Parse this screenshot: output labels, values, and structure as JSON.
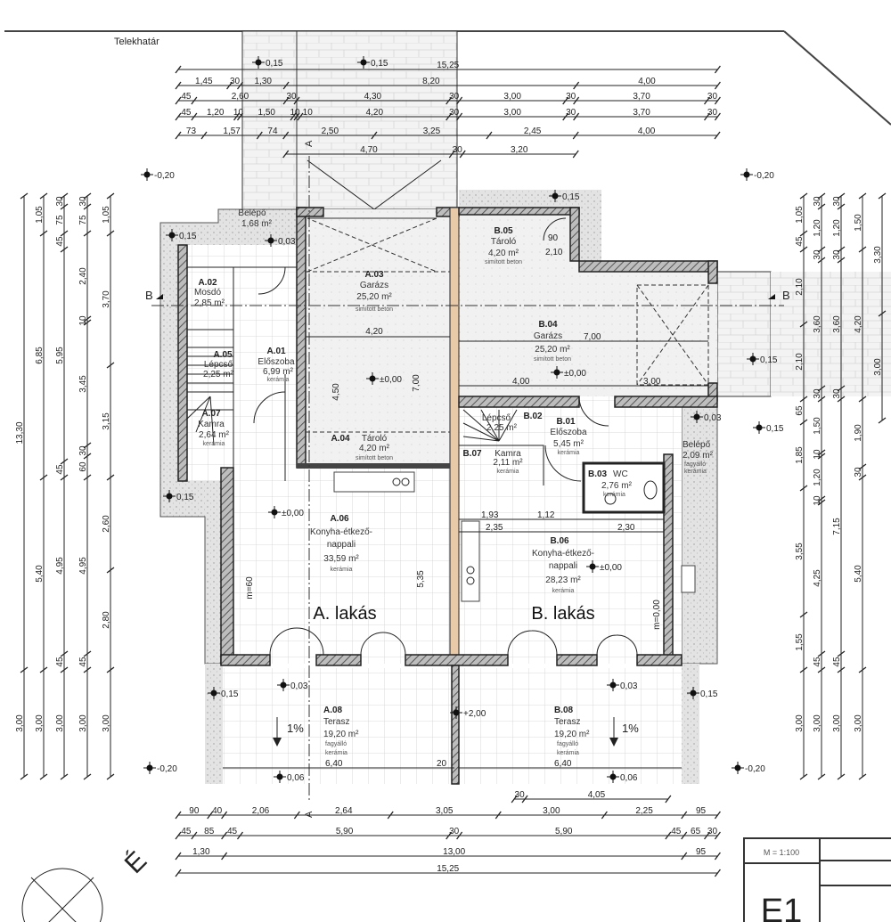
{
  "title_block": {
    "scale": "M = 1:100",
    "sheet": "E1"
  },
  "site": {
    "boundary_label": "Telekhatár",
    "north_label": "É",
    "section_label": "B",
    "section_label_a": "A"
  },
  "units": {
    "a": "A. lakás",
    "b": "B. lakás"
  },
  "rooms": {
    "a01": {
      "id": "A.01",
      "name": "Előszoba",
      "area": "6,99 m²",
      "floor": "kerámia"
    },
    "a02": {
      "id": "A.02",
      "name": "Mosdó",
      "area": "2,85 m²",
      "floor": "kerámia"
    },
    "a03": {
      "id": "A.03",
      "name": "Garázs",
      "area": "25,20 m²",
      "floor": "simított beton"
    },
    "a04": {
      "id": "A.04",
      "name": "Tároló",
      "area": "4,20 m²",
      "floor": "simított beton"
    },
    "a05": {
      "id": "A.05",
      "name": "Lépcső",
      "area": "2,25 m²"
    },
    "a06": {
      "id": "A.06",
      "name": "Konyha-étkező-",
      "name2": "nappali",
      "area": "33,59 m²",
      "floor": "kerámia"
    },
    "a07": {
      "id": "A.07",
      "name": "Kamra",
      "area": "2,64 m²",
      "floor": "kerámia"
    },
    "a08": {
      "id": "A.08",
      "name": "Terasz",
      "area": "19,20 m²",
      "floor": "fagyálló",
      "floor2": "kerámia"
    },
    "a_entry": {
      "name": "Belépő",
      "area": "1,68 m²"
    },
    "b01": {
      "id": "B.01",
      "name": "Előszoba",
      "area": "5,45 m²",
      "floor": "kerámia"
    },
    "b02": {
      "id": "B.02",
      "name": "Lépcső",
      "area": "2,25 m²"
    },
    "b03": {
      "id": "B.03",
      "name": "WC",
      "area": "2,76 m²",
      "floor": "kerámia"
    },
    "b04": {
      "id": "B.04",
      "name": "Garázs",
      "area": "25,20 m²",
      "floor": "simított beton"
    },
    "b05": {
      "id": "B.05",
      "name": "Tároló",
      "area": "4,20 m²",
      "floor": "simított beton"
    },
    "b06": {
      "id": "B.06",
      "name": "Konyha-étkező-",
      "name2": "nappali",
      "area": "28,23 m²",
      "floor": "kerámia"
    },
    "b07": {
      "id": "B.07",
      "name": "Kamra",
      "area": "2,11 m²",
      "floor": "kerámia"
    },
    "b08": {
      "id": "B.08",
      "name": "Terasz",
      "area": "19,20 m²",
      "floor": "fagyálló",
      "floor2": "kerámia"
    },
    "b_entry": {
      "name": "Belépő",
      "area": "2,09 m²",
      "floor": "fagyálló",
      "floor2": "kerámia"
    }
  },
  "levels": {
    "top1": "0,15",
    "top2": "0,15",
    "nw": "-0,20",
    "ne": "-0,20",
    "b05": "0,15",
    "aentry": "0,15",
    "aentry2": "0,03",
    "a03": "±0,00",
    "b04": "±0,00",
    "pav": "0,15",
    "bentry": "0,03",
    "bentry2": "0,15",
    "a06": "±0,00",
    "b06": "±0,00",
    "ter_a": "0,03",
    "ter_b": "0,03",
    "ter_l": "0,15",
    "ter_r": "0,15",
    "ter_mid": "+2,00",
    "bot_a": "0,06",
    "bot_b": "0,06",
    "sw": "-0,20",
    "se": "-0,20",
    "sw2": "0,15"
  },
  "slopes": {
    "a": "1%",
    "b": "1%"
  },
  "inner_dims": {
    "a03_w": "4,20",
    "a03_h": "4,50",
    "a03_full": "7,00",
    "b04_w": "7,00",
    "b04_l": "4,00",
    "b04_r": "3,00",
    "b05_door": "2,10",
    "b05_door_w": "90",
    "a06_h": "5,35",
    "ter_w_a": "6,40",
    "ter_w_b": "6,40",
    "b06_a": "2,35",
    "b06_b": "2,30",
    "b06_c": "1,93",
    "b06_d": "1,12",
    "ter_mid": "20",
    "win_a": "m=60",
    "win_b": "m=0,00"
  },
  "dimensions": {
    "top": [
      {
        "values": [
          "15,25"
        ]
      },
      {
        "values": [
          "1,45",
          "30",
          "1,30",
          "8,20",
          "4,00"
        ]
      },
      {
        "values": [
          "45",
          "2,60",
          "30",
          "4,30",
          "30",
          "3,00",
          "30",
          "3,70",
          "30"
        ]
      },
      {
        "values": [
          "45",
          "1,20",
          "10",
          "1,50",
          "10",
          "10",
          "4,20",
          "30",
          "3,00",
          "30",
          "3,70",
          "30"
        ]
      },
      {
        "values": [
          "73",
          "1,57",
          "74",
          "2,50",
          "3,25",
          "2,45",
          "4,00"
        ]
      },
      {
        "values": [
          "4,70",
          "30",
          "3,20"
        ]
      }
    ],
    "bottom": [
      {
        "values": [
          "30",
          "4,05"
        ]
      },
      {
        "values": [
          "90",
          "40",
          "2,06",
          "2,64",
          "3,05",
          "3,00",
          "2,25",
          "95"
        ]
      },
      {
        "values": [
          "45",
          "85",
          "45",
          "5,90",
          "30",
          "5,90",
          "45",
          "65",
          "30"
        ]
      },
      {
        "values": [
          "1,30",
          "13,00",
          "95"
        ]
      },
      {
        "values": [
          "15,25"
        ]
      }
    ],
    "left": [
      {
        "values": [
          "13,30",
          "3,00"
        ]
      },
      {
        "values": [
          "1,05",
          "6,85",
          "5,40",
          "3,00"
        ]
      },
      {
        "values": [
          "30",
          "75",
          "45",
          "5,95",
          "45",
          "4,95",
          "45",
          "3,00"
        ]
      },
      {
        "values": [
          "30",
          "75",
          "2,40",
          "10",
          "3,45",
          "30",
          "60",
          "4,95",
          "45",
          "3,00"
        ]
      },
      {
        "values": [
          "1,05",
          "3,70",
          "3,15",
          "2,60",
          "2,80",
          "3,00"
        ]
      }
    ],
    "right": [
      {
        "values": [
          "1,05",
          "45",
          "2,10",
          "2,10",
          "65",
          "1,85",
          "3,55",
          "1,55",
          "3,00"
        ]
      },
      {
        "values": [
          "30",
          "1,20",
          "30",
          "3,60",
          "30",
          "1,50",
          "10",
          "1,20",
          "10",
          "4,25",
          "45",
          "3,00"
        ]
      },
      {
        "values": [
          "30",
          "1,20",
          "30",
          "3,60",
          "30",
          "7,15",
          "45",
          "3,00"
        ]
      },
      {
        "values": [
          "1,50",
          "4,20",
          "1,90",
          "30",
          "5,40",
          "3,00"
        ]
      },
      {
        "values": [
          "3,30",
          "3,00"
        ]
      }
    ]
  },
  "colors": {
    "brick": "#e8c9a8",
    "wall_fill": "#666666",
    "pavement": "#e6e6e6",
    "floor_grid": "#cfcfcf"
  }
}
